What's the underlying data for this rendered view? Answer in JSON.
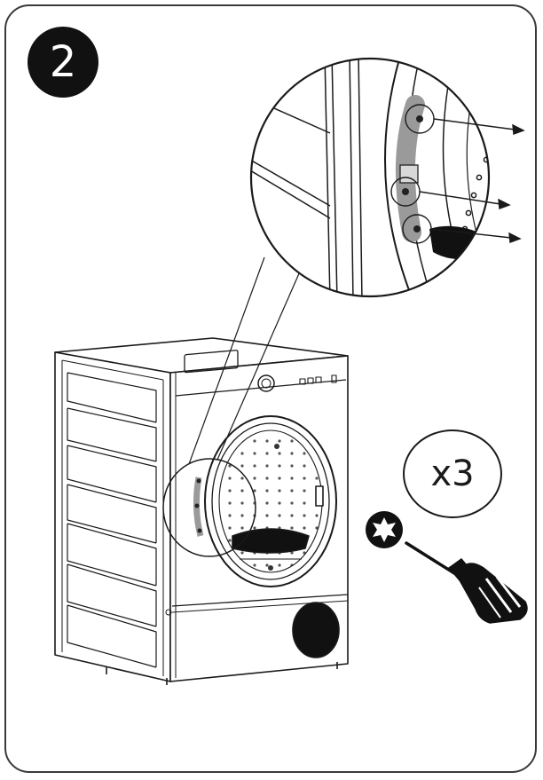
{
  "step": {
    "number": "2"
  },
  "quantity": {
    "label": "x3"
  },
  "icons": {
    "step": "step-number-badge",
    "appliance": "tumble-dryer",
    "zoom": "magnifier-callout",
    "screw": "torx-screw-head",
    "tool": "torx-screwdriver"
  },
  "colors": {
    "ink": "#111111",
    "line": "#3a3a3a",
    "paper": "#ffffff",
    "hinge": "#9a9a9a"
  }
}
